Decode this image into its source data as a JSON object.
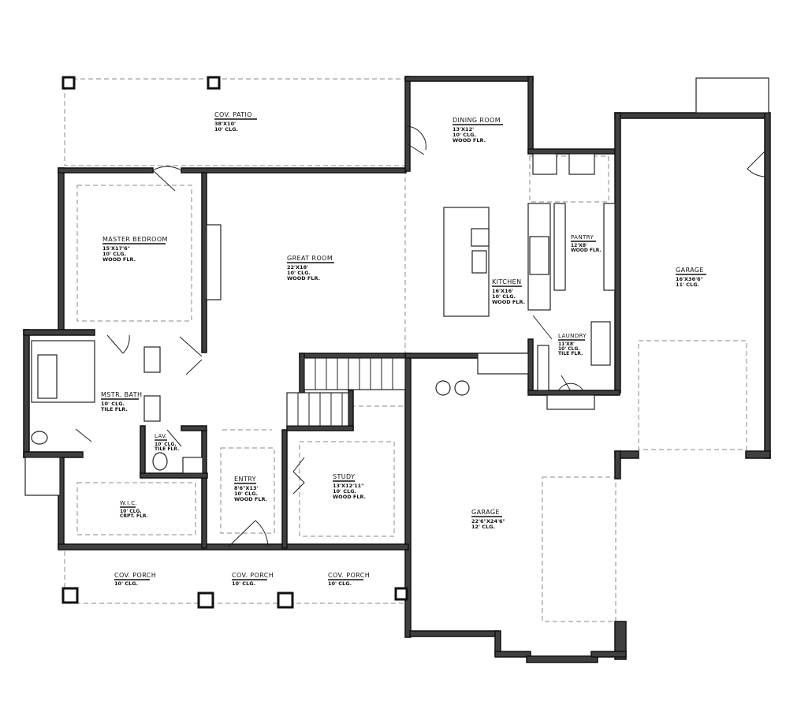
{
  "plan": {
    "rooms": [
      {
        "name": "COV. PATIO",
        "info": [
          "38'X10'",
          "10' CLG."
        ]
      },
      {
        "name": "DINING ROOM",
        "info": [
          "13'X12'",
          "10' CLG.",
          "WOOD FLR."
        ]
      },
      {
        "name": "MASTER BEDROOM",
        "info": [
          "15'X17'6\"",
          "10' CLG.",
          "WOOD FLR."
        ]
      },
      {
        "name": "GREAT ROOM",
        "info": [
          "22'X18'",
          "10' CLG.",
          "WOOD FLR."
        ]
      },
      {
        "name": "PANTRY",
        "info": [
          "12'X8'",
          "WOOD FLR."
        ]
      },
      {
        "name": "KITCHEN",
        "info": [
          "16'X16'",
          "10' CLG.",
          "WOOD FLR."
        ]
      },
      {
        "name": "GARAGE",
        "info": [
          "16'X36'6\"",
          "11' CLG."
        ]
      },
      {
        "name": "LAUNDRY",
        "info": [
          "11'X8'",
          "10' CLG.",
          "TILE FLR."
        ]
      },
      {
        "name": "MSTR. BATH",
        "info": [
          "10' CLG.",
          "TILE FLR."
        ]
      },
      {
        "name": "LAV.",
        "info": [
          "10' CLG.",
          "TILE FLR."
        ]
      },
      {
        "name": "W.I.C.",
        "info": [
          "10' CLG.",
          "CRPT. FLR."
        ]
      },
      {
        "name": "ENTRY",
        "info": [
          "8'6\"X13'",
          "10' CLG.",
          "WOOD FLR."
        ]
      },
      {
        "name": "STUDY",
        "info": [
          "13'X12'11\"",
          "10' CLG.",
          "WOOD FLR."
        ]
      },
      {
        "name": "GARAGE",
        "info": [
          "22'6\"X24'6\"",
          "12' CLG."
        ]
      },
      {
        "name": "COV. PORCH",
        "info": [
          "10' CLG."
        ]
      },
      {
        "name": "COV. PORCH",
        "info": [
          "10' CLG."
        ]
      },
      {
        "name": "COV. PORCH",
        "info": [
          "10' CLG."
        ]
      }
    ]
  }
}
